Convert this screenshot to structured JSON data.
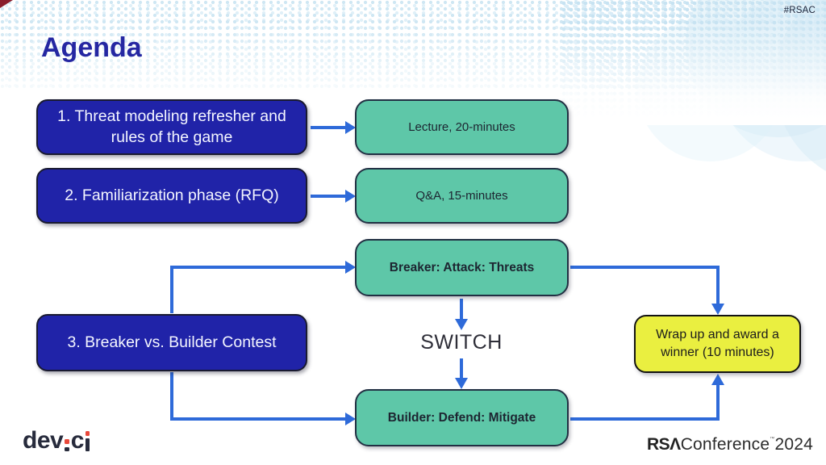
{
  "slide": {
    "hashtag": "#RSAC",
    "title": "Agenda",
    "switch_label": "SWITCH"
  },
  "diagram": {
    "agenda_items": [
      {
        "label": "1. Threat modeling refresher and rules of the game"
      },
      {
        "label": "2. Familiarization phase (RFQ)"
      },
      {
        "label": "3. Breaker vs. Builder Contest"
      }
    ],
    "activities": {
      "lecture": "Lecture, 20-minutes",
      "qa": "Q&A, 15-minutes",
      "breaker": "Breaker: Attack: Threats",
      "builder": "Builder: Defend: Mitigate"
    },
    "wrapup": "Wrap up and award a winner (10 minutes)"
  },
  "footer": {
    "devici_prefix": "dev",
    "devici_mid": "c",
    "rsa_bold": "RSΛ",
    "rsa_rest": "Conference",
    "rsa_tm": "™",
    "rsa_year": "2024"
  },
  "colors": {
    "agenda_box": "#2023a8",
    "activity_box": "#5ec7a8",
    "wrapup_box": "#eaef40",
    "arrow": "#2e6ad9",
    "title": "#2527a2",
    "dots": "#cfe7f3"
  }
}
